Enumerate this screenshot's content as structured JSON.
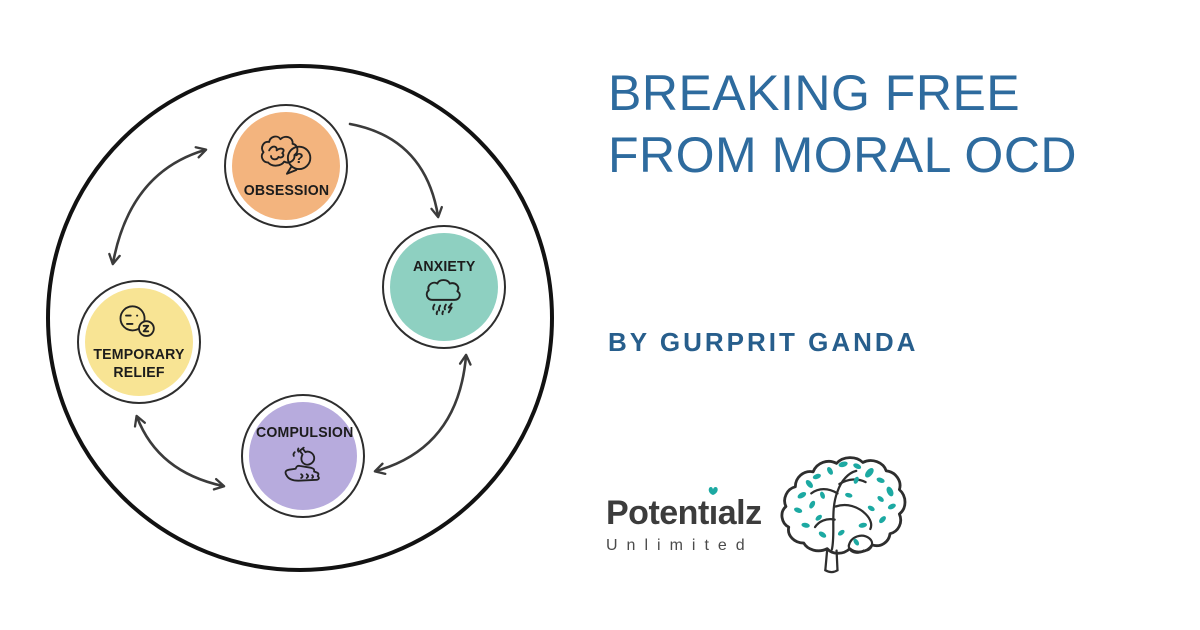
{
  "canvas": {
    "background": "#ffffff"
  },
  "title": {
    "line1": "BREAKING FREE",
    "line2": "FROM MORAL OCD",
    "color": "#2e6b9e"
  },
  "byline": {
    "text": "BY GURPRIT GANDA",
    "color": "#275e8c"
  },
  "cycle_diagram": {
    "outline_color": "#121212",
    "arrow_color": "#3b3b3b",
    "nodes": [
      {
        "id": "obsession",
        "label": "OBSESSION",
        "fill": "#f3b47e",
        "icon": "tangled-thoughts-question-icon"
      },
      {
        "id": "anxiety",
        "label": "ANXIETY",
        "fill": "#8ed0c1",
        "icon": "rain-cloud-icon"
      },
      {
        "id": "compulsion",
        "label": "COMPULSION",
        "fill": "#b7abdd",
        "icon": "hand-washing-bottle-icon"
      },
      {
        "id": "temporary-relief",
        "label": "TEMPORARY RELIEF",
        "fill": "#f8e494",
        "icon": "relieved-face-clock-icon"
      }
    ],
    "arrows": [
      {
        "from": "obsession",
        "to": "anxiety",
        "bidirectional": false
      },
      {
        "from": "anxiety",
        "to": "compulsion",
        "bidirectional": true
      },
      {
        "from": "compulsion",
        "to": "temporary-relief",
        "bidirectional": true
      },
      {
        "from": "temporary-relief",
        "to": "obsession",
        "bidirectional": true
      }
    ]
  },
  "logo": {
    "name_pre": "Potent",
    "name_i": "ı",
    "name_post": "alz",
    "subtitle": "Unlimited",
    "text_color": "#3c3c3c",
    "leaf_color": "#1ca9a2"
  }
}
